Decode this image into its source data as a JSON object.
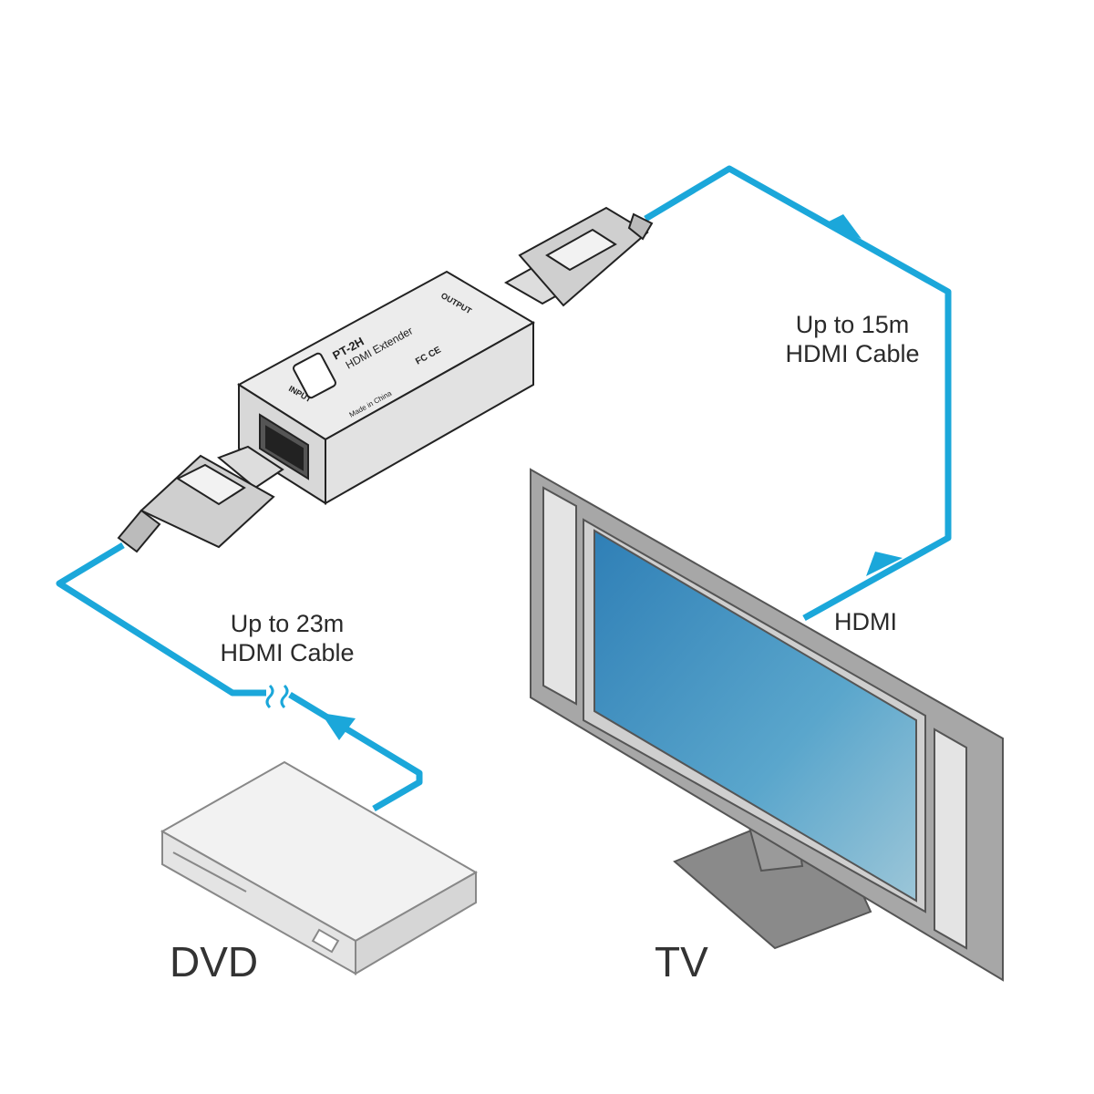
{
  "labels": {
    "cable_out_line1": "Up to 15m",
    "cable_out_line2": "HDMI Cable",
    "cable_in_line1": "Up to 23m",
    "cable_in_line2": "HDMI Cable",
    "tv_port": "HDMI",
    "dvd": "DVD",
    "tv": "TV"
  },
  "extender": {
    "model": "PT-2H",
    "name": "HDMI Extender",
    "output": "OUTPUT",
    "input": "INPUT",
    "origin": "Made in China",
    "certs": "FC CE"
  },
  "colors": {
    "cable": "#1ba7da",
    "screen": "#3b8fc0"
  }
}
